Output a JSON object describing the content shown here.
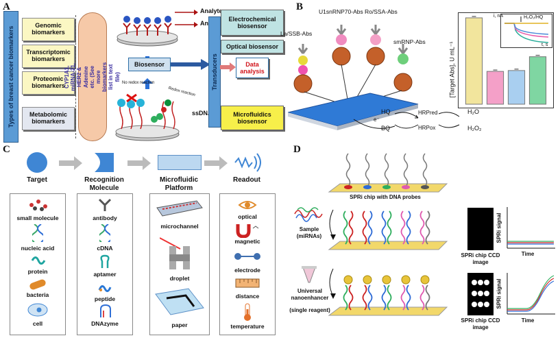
{
  "panel_a": {
    "letter": "A",
    "side_title": "Types of breast cancer biomarkers",
    "biomarkers": [
      "Genomic biomarkers",
      "Transcriptomic biomarkers",
      "Proteomic biomarkers",
      "Metabolomic biomarkers"
    ],
    "oval_text": "CYP1A1, miRNA-21, HER2 & Adenine etc. (See more biomarkers list in text file)",
    "analyte_label": "Analyte",
    "antibodies_label": "Antibodies",
    "biosensor_label": "Biosensor",
    "no_redox_label": "No redox reaction",
    "redox_label": "Redox reaction",
    "ssdna_label": "ssDNA",
    "transducers_label": "Transducers",
    "electrochemical_label": "Electrochemical biosensor",
    "optical_label": "Optical biosensor",
    "data_analysis_label": "Data analysis",
    "microfluidics_label": "Microfluidics biosensor"
  },
  "panel_b": {
    "letter": "B",
    "antibodies": [
      "La/SSB-Abs",
      "U1snRNP70-Abs",
      "Ro/SSA-Abs",
      "smRNP-Abs"
    ],
    "y_axis_label": "[Target Abs], U mL⁻¹",
    "inset_y_label": "i, nA",
    "inset_x_label": "t, s",
    "inset_legend": "H₂O₂/HQ",
    "hq_label": "HQ",
    "bq_label": "BQ",
    "hrp_red_label": "HRPred",
    "hrp_ox_label": "HRPox",
    "h2o_label": "H₂O",
    "h2o2_label": "H₂O₂",
    "electron_label": "e⁻"
  },
  "chart_data": {
    "type": "bar",
    "categories": [
      "La/SSB-Abs",
      "U1snRNP70-Abs",
      "Ro/SSA-Abs",
      "smRNP-Abs"
    ],
    "values": [
      1.0,
      0.38,
      0.39,
      0.55
    ],
    "ylabel": "[Target Abs], U mL⁻¹",
    "colors": [
      "#f2e59d",
      "#f4a0c8",
      "#a9cff0",
      "#7fd6a2"
    ]
  },
  "panel_c": {
    "letter": "C",
    "headers": [
      "Target",
      "Recognition Molecule",
      "Microfluidic Platform",
      "Readout"
    ],
    "targets": [
      "small molecule",
      "nucleic acid",
      "protein",
      "bacteria",
      "cell"
    ],
    "recognition": [
      "antibody",
      "cDNA",
      "aptamer",
      "peptide",
      "DNAzyme"
    ],
    "platforms": [
      "microchannel",
      "droplet",
      "paper"
    ],
    "readouts": [
      "optical",
      "magnetic",
      "electrode",
      "distance",
      "temperature"
    ]
  },
  "panel_d": {
    "letter": "D",
    "chip_label": "SPRi chip with DNA probes",
    "sample_label": "Sample",
    "sample_sub": "(miRNAs)",
    "enhancer_label": "Universal nanoenhancer",
    "enhancer_sub": "(single reagent)",
    "ccd_label": "SPRi chip CCD image",
    "signal_label": "SPRi signal",
    "time_label": "Time"
  }
}
